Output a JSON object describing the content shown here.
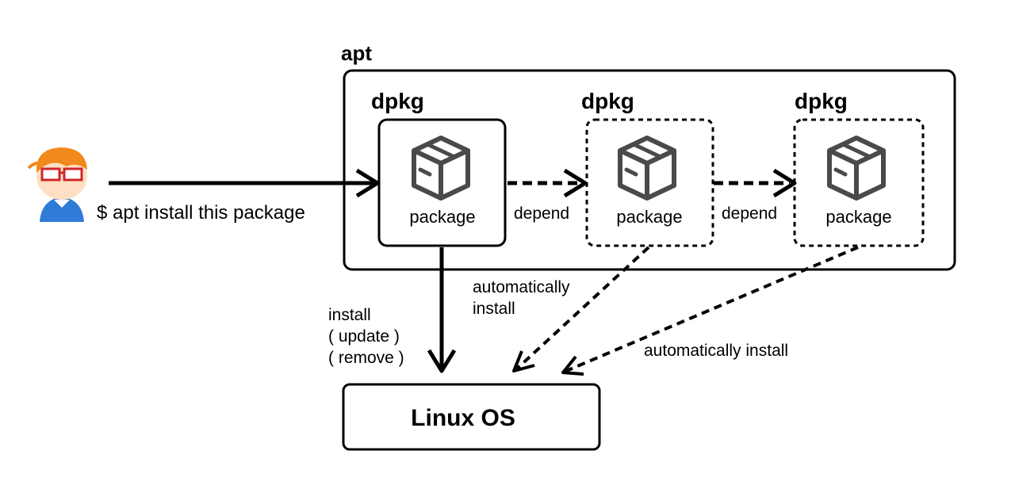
{
  "apt": {
    "label": "apt"
  },
  "user": {
    "icon": "user-avatar-icon",
    "command": "$ apt install this package"
  },
  "packages": [
    {
      "group_label": "dpkg",
      "label": "package",
      "icon": "package-box-icon",
      "style": "solid"
    },
    {
      "group_label": "dpkg",
      "label": "package",
      "icon": "package-box-icon",
      "style": "dashed"
    },
    {
      "group_label": "dpkg",
      "label": "package",
      "icon": "package-box-icon",
      "style": "dashed"
    }
  ],
  "edges": {
    "depend_1": "depend",
    "depend_2": "depend",
    "install_lines": [
      "install",
      "( update )",
      "( remove )"
    ],
    "auto_install_1_lines": [
      "automatically",
      "install"
    ],
    "auto_install_2": "automatically install"
  },
  "linux_os": {
    "label": "Linux OS"
  },
  "colors": {
    "stroke": "#000000",
    "icon_gray": "#4a4a4a",
    "skin": "#fde0c4",
    "hair": "#f08a1c",
    "glasses": "#d0262c",
    "shirt": "#2f7bd8"
  }
}
